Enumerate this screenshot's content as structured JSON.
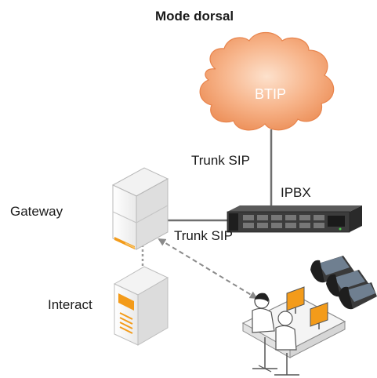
{
  "diagram": {
    "title": "Mode dorsal",
    "nodes": {
      "cloud": "BTIP",
      "ipbx": "IPBX",
      "gateway": "Gateway",
      "interact": "Interact"
    },
    "edges": {
      "trunk_top": "Trunk SIP",
      "trunk_mid": "Trunk SIP"
    }
  },
  "colors": {
    "cloud": "#f4a97a",
    "server": "#3a3a3a",
    "accent": "#f39b1a",
    "line": "#6f6f6f",
    "dashed": "#8a8a8a"
  }
}
